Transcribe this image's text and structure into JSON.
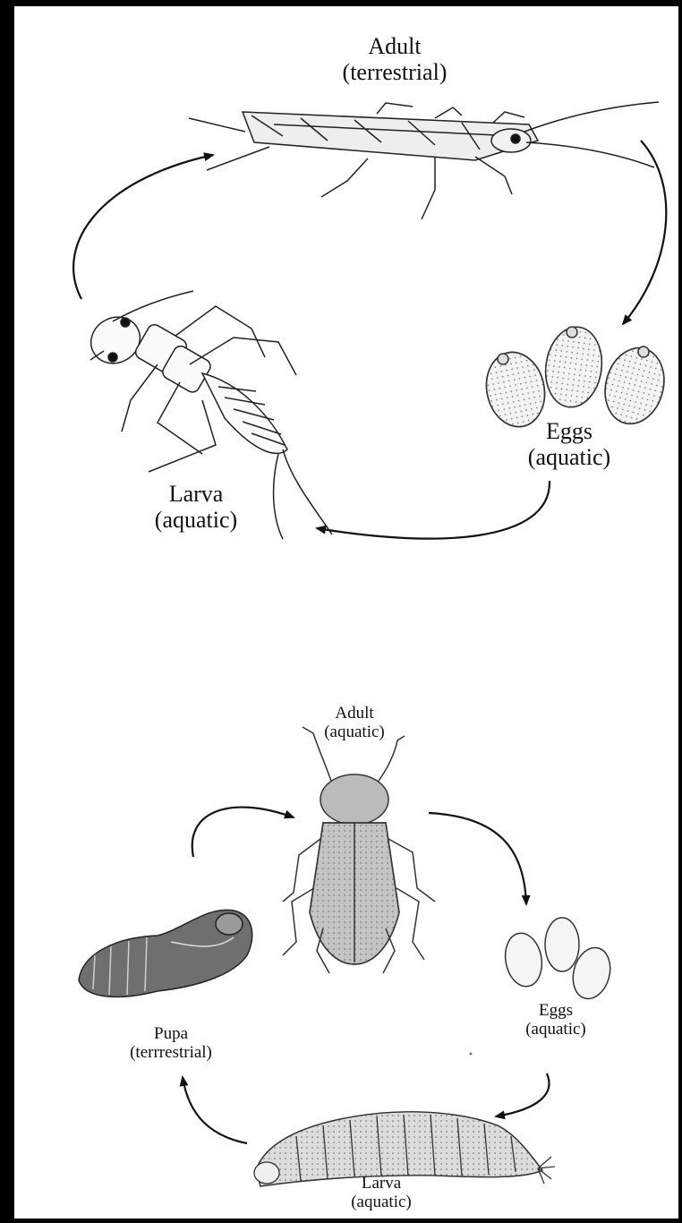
{
  "stonefly_cycle": {
    "adult": {
      "name": "Adult",
      "habitat": "(terrestrial)"
    },
    "eggs": {
      "name": "Eggs",
      "habitat": "(aquatic)"
    },
    "larva": {
      "name": "Larva",
      "habitat": "(aquatic)"
    }
  },
  "beetle_cycle": {
    "adult": {
      "name": "Adult",
      "habitat": "(aquatic)"
    },
    "eggs": {
      "name": "Eggs",
      "habitat": "(aquatic)"
    },
    "larva": {
      "name": "Larva",
      "habitat": "(aquatic)"
    },
    "pupa": {
      "name": "Pupa",
      "habitat": "(terrrestrial)"
    }
  }
}
